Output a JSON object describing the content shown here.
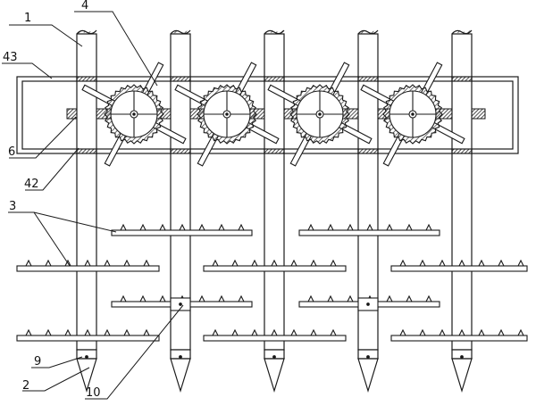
{
  "diagram": {
    "labels": [
      "1",
      "4",
      "43",
      "6",
      "42",
      "3",
      "9",
      "2",
      "10"
    ],
    "stroke_color": "#1a1a1a",
    "fill_color": "#ffffff",
    "hatch_color": "#333333"
  }
}
